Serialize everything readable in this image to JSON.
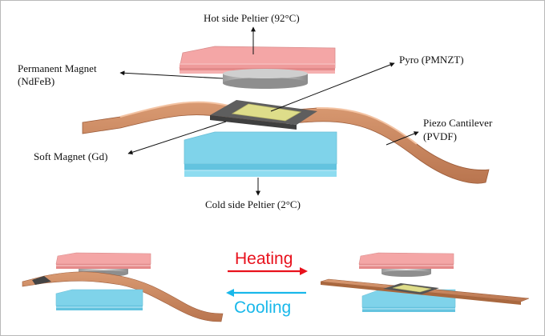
{
  "labels": {
    "hot_peltier": "Hot side Peltier (92°C)",
    "magnet_line1": "Permanent Magnet",
    "magnet_line2": "(NdFeB)",
    "pyro": "Pyro (PMNZT)",
    "piezo_line1": "Piezo Cantilever",
    "piezo_line2": "(PVDF)",
    "soft_magnet": "Soft Magnet (Gd)",
    "cold_peltier": "Cold side Peltier (2°C)"
  },
  "transition": {
    "heating": "Heating",
    "cooling": "Cooling"
  },
  "colors": {
    "hot": "#f4a6a6",
    "cold": "#7fd3ea",
    "cantilever": "#c8845d",
    "pyro": "#dedd8a",
    "heating_arrow": "#e8111c",
    "cooling_arrow": "#19b8ea",
    "frame": "#b9b9b9"
  }
}
